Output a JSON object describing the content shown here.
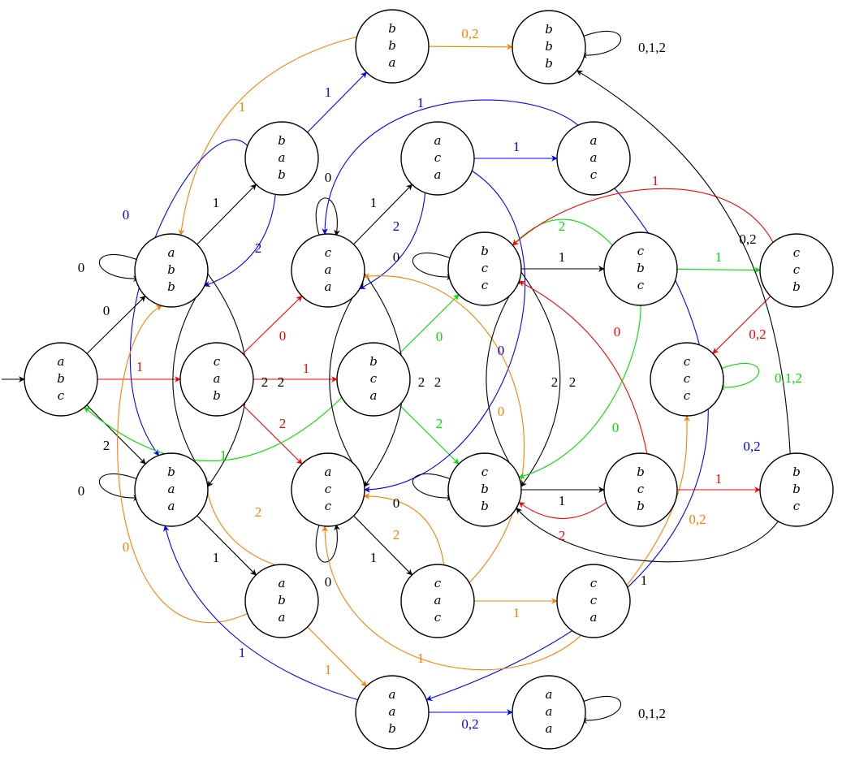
{
  "colors": {
    "black": "#000000",
    "red": "#ff0000",
    "blue": "#0000ff",
    "green": "#00e000",
    "orange": "#ff8000"
  },
  "states": [
    {
      "id": "abc",
      "lines": [
        "a",
        "b",
        "c"
      ]
    },
    {
      "id": "abb",
      "lines": [
        "a",
        "b",
        "b"
      ]
    },
    {
      "id": "baa",
      "lines": [
        "b",
        "a",
        "a"
      ]
    },
    {
      "id": "cab",
      "lines": [
        "c",
        "a",
        "b"
      ]
    },
    {
      "id": "bab",
      "lines": [
        "b",
        "a",
        "b"
      ]
    },
    {
      "id": "aba",
      "lines": [
        "a",
        "b",
        "a"
      ]
    },
    {
      "id": "bba",
      "lines": [
        "b",
        "b",
        "a"
      ]
    },
    {
      "id": "bbb",
      "lines": [
        "b",
        "b",
        "b"
      ]
    },
    {
      "id": "aab",
      "lines": [
        "a",
        "a",
        "b"
      ]
    },
    {
      "id": "aaa",
      "lines": [
        "a",
        "a",
        "a"
      ]
    },
    {
      "id": "caa",
      "lines": [
        "c",
        "a",
        "a"
      ]
    },
    {
      "id": "bca",
      "lines": [
        "b",
        "c",
        "a"
      ]
    },
    {
      "id": "acc",
      "lines": [
        "a",
        "c",
        "c"
      ]
    },
    {
      "id": "aca",
      "lines": [
        "a",
        "c",
        "a"
      ]
    },
    {
      "id": "cac",
      "lines": [
        "c",
        "a",
        "c"
      ]
    },
    {
      "id": "aac",
      "lines": [
        "a",
        "a",
        "c"
      ]
    },
    {
      "id": "bcc",
      "lines": [
        "b",
        "c",
        "c"
      ]
    },
    {
      "id": "cbb",
      "lines": [
        "c",
        "b",
        "b"
      ]
    },
    {
      "id": "cbc",
      "lines": [
        "c",
        "b",
        "c"
      ]
    },
    {
      "id": "bcb",
      "lines": [
        "b",
        "c",
        "b"
      ]
    },
    {
      "id": "cca",
      "lines": [
        "c",
        "c",
        "a"
      ]
    },
    {
      "id": "ccb",
      "lines": [
        "c",
        "c",
        "b"
      ]
    },
    {
      "id": "ccc",
      "lines": [
        "c",
        "c",
        "c"
      ]
    },
    {
      "id": "bbc",
      "lines": [
        "b",
        "b",
        "c"
      ]
    }
  ],
  "edges": [
    {
      "from": "bba",
      "to": "bbb",
      "label": "0,2",
      "color": "orange"
    },
    {
      "from": "bbb",
      "to": "bbb",
      "label": "0,1,2",
      "color": "black"
    },
    {
      "from": "aab",
      "to": "aaa",
      "label": "0,2",
      "color": "blue"
    },
    {
      "from": "aaa",
      "to": "aaa",
      "label": "0,1,2",
      "color": "black"
    },
    {
      "from": "ccc",
      "to": "ccc",
      "label": "0,1,2",
      "color": "green"
    },
    {
      "from": "bab",
      "to": "bba",
      "label": "1",
      "color": "blue"
    },
    {
      "from": "bba",
      "to": "abb",
      "label": "1",
      "color": "orange"
    },
    {
      "from": "bab",
      "to": "baa",
      "label": "0",
      "color": "blue"
    },
    {
      "from": "abb",
      "to": "bab",
      "label": "1",
      "color": "black"
    },
    {
      "from": "bab",
      "to": "abb",
      "label": "2",
      "color": "blue"
    },
    {
      "from": "abb",
      "to": "abb",
      "label": "0",
      "color": "black"
    },
    {
      "from": "abc",
      "to": "abb",
      "label": "0",
      "color": "black"
    },
    {
      "from": "abc",
      "to": "cab",
      "label": "1",
      "color": "red"
    },
    {
      "from": "abc",
      "to": "baa",
      "label": "2",
      "color": "black"
    },
    {
      "from": "baa",
      "to": "baa",
      "label": "0",
      "color": "black"
    },
    {
      "from": "abb",
      "to": "baa",
      "label": "2",
      "color": "black"
    },
    {
      "from": "baa",
      "to": "abb",
      "label": "2",
      "color": "black"
    },
    {
      "from": "cab",
      "to": "bca",
      "label": "1",
      "color": "red"
    },
    {
      "from": "cab",
      "to": "caa",
      "label": "0",
      "color": "red"
    },
    {
      "from": "cab",
      "to": "acc",
      "label": "2",
      "color": "red"
    },
    {
      "from": "bca",
      "to": "abc",
      "label": "1",
      "color": "green"
    },
    {
      "from": "bca",
      "to": "bcc",
      "label": "0",
      "color": "green"
    },
    {
      "from": "bca",
      "to": "cbb",
      "label": "2",
      "color": "green"
    },
    {
      "from": "caa",
      "to": "caa",
      "label": "0",
      "color": "black"
    },
    {
      "from": "caa",
      "to": "aca",
      "label": "1",
      "color": "black"
    },
    {
      "from": "aca",
      "to": "caa",
      "label": "2",
      "color": "blue"
    },
    {
      "from": "aca",
      "to": "aac",
      "label": "1",
      "color": "blue"
    },
    {
      "from": "aac",
      "to": "caa",
      "label": "1",
      "color": "blue"
    },
    {
      "from": "aca",
      "to": "acc",
      "label": "0",
      "color": "blue"
    },
    {
      "from": "aac",
      "to": "aab",
      "label": "0,2",
      "color": "blue"
    },
    {
      "from": "caa",
      "to": "acc",
      "label": "2",
      "color": "black"
    },
    {
      "from": "acc",
      "to": "caa",
      "label": "2",
      "color": "black"
    },
    {
      "from": "acc",
      "to": "acc",
      "label": "0",
      "color": "black"
    },
    {
      "from": "acc",
      "to": "cac",
      "label": "1",
      "color": "black"
    },
    {
      "from": "cac",
      "to": "acc",
      "label": "2",
      "color": "orange"
    },
    {
      "from": "cac",
      "to": "caa",
      "label": "0",
      "color": "orange"
    },
    {
      "from": "cac",
      "to": "cca",
      "label": "1",
      "color": "orange"
    },
    {
      "from": "cca",
      "to": "acc",
      "label": "1",
      "color": "orange"
    },
    {
      "from": "cca",
      "to": "ccc",
      "label": "0,2",
      "color": "orange"
    },
    {
      "from": "baa",
      "to": "aba",
      "label": "1",
      "color": "black"
    },
    {
      "from": "aba",
      "to": "baa",
      "label": "2",
      "color": "orange"
    },
    {
      "from": "aba",
      "to": "abb",
      "label": "0",
      "color": "orange"
    },
    {
      "from": "aba",
      "to": "aab",
      "label": "1",
      "color": "orange"
    },
    {
      "from": "aab",
      "to": "baa",
      "label": "1",
      "color": "blue"
    },
    {
      "from": "bcc",
      "to": "bcc",
      "label": "0",
      "color": "black"
    },
    {
      "from": "bcc",
      "to": "cbc",
      "label": "1",
      "color": "black"
    },
    {
      "from": "bcc",
      "to": "cbb",
      "label": "2",
      "color": "black"
    },
    {
      "from": "cbb",
      "to": "bcc",
      "label": "2",
      "color": "black"
    },
    {
      "from": "cbb",
      "to": "cbb",
      "label": "0",
      "color": "black"
    },
    {
      "from": "cbb",
      "to": "bcb",
      "label": "1",
      "color": "black"
    },
    {
      "from": "bcb",
      "to": "cbb",
      "label": "2",
      "color": "red"
    },
    {
      "from": "bcb",
      "to": "bcc",
      "label": "0",
      "color": "red"
    },
    {
      "from": "bcb",
      "to": "bbc",
      "label": "1",
      "color": "red"
    },
    {
      "from": "cbc",
      "to": "bcc",
      "label": "2",
      "color": "green"
    },
    {
      "from": "cbc",
      "to": "ccb",
      "label": "1",
      "color": "green"
    },
    {
      "from": "cbc",
      "to": "cbb",
      "label": "0",
      "color": "green"
    },
    {
      "from": "ccb",
      "to": "bcc",
      "label": "1",
      "color": "red"
    },
    {
      "from": "ccb",
      "to": "ccc",
      "label": "0,2",
      "color": "red"
    },
    {
      "from": "bbc",
      "to": "bbb",
      "label": "0,2",
      "color": "black"
    },
    {
      "from": "bbc",
      "to": "cbb",
      "label": "1",
      "color": "black"
    }
  ]
}
